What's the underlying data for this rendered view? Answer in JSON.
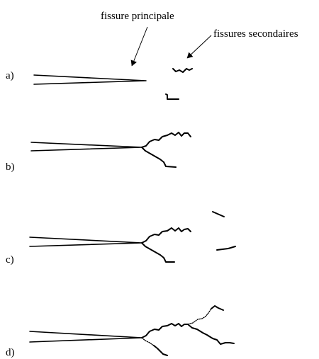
{
  "annotations": {
    "main_crack": "fissure principale",
    "secondary_cracks": "fissures secondaires"
  },
  "panels": [
    {
      "label": "a)"
    },
    {
      "label": "b)"
    },
    {
      "label": "c)"
    },
    {
      "label": "d)"
    }
  ],
  "icons": [
    "arrow-icon"
  ],
  "colors": {
    "ink": "#000000",
    "background": "#ffffff"
  }
}
